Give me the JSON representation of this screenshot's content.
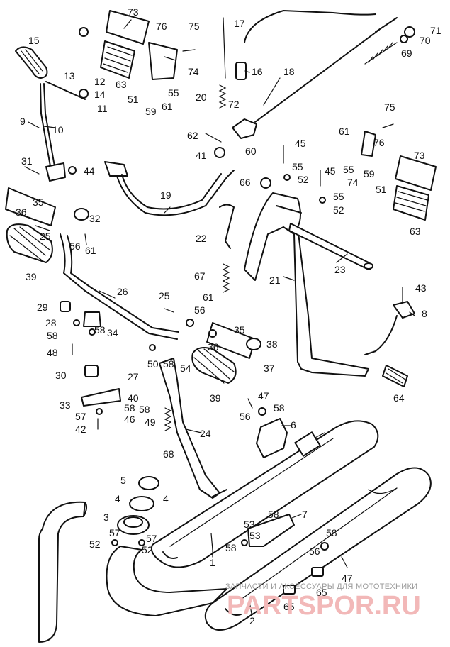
{
  "diagram": {
    "callouts": [
      {
        "id": "c73a",
        "text": "73"
      },
      {
        "id": "c76a",
        "text": "76"
      },
      {
        "id": "c75a",
        "text": "75"
      },
      {
        "id": "c17",
        "text": "17"
      },
      {
        "id": "c71",
        "text": "71"
      },
      {
        "id": "c70",
        "text": "70"
      },
      {
        "id": "c69",
        "text": "69"
      },
      {
        "id": "c15",
        "text": "15"
      },
      {
        "id": "c13",
        "text": "13"
      },
      {
        "id": "c12",
        "text": "12"
      },
      {
        "id": "c14",
        "text": "14"
      },
      {
        "id": "c11",
        "text": "11"
      },
      {
        "id": "c63a",
        "text": "63"
      },
      {
        "id": "c74a",
        "text": "74"
      },
      {
        "id": "c55a",
        "text": "55"
      },
      {
        "id": "c51a",
        "text": "51"
      },
      {
        "id": "c59a",
        "text": "59"
      },
      {
        "id": "c61a",
        "text": "61"
      },
      {
        "id": "c16",
        "text": "16"
      },
      {
        "id": "c18",
        "text": "18"
      },
      {
        "id": "c20",
        "text": "20"
      },
      {
        "id": "c72",
        "text": "72"
      },
      {
        "id": "c9",
        "text": "9"
      },
      {
        "id": "c10",
        "text": "10"
      },
      {
        "id": "c75b",
        "text": "75"
      },
      {
        "id": "c62",
        "text": "62"
      },
      {
        "id": "c60",
        "text": "60"
      },
      {
        "id": "c45a",
        "text": "45"
      },
      {
        "id": "c61b",
        "text": "61"
      },
      {
        "id": "c76b",
        "text": "76"
      },
      {
        "id": "c41",
        "text": "41"
      },
      {
        "id": "c73b",
        "text": "73"
      },
      {
        "id": "c31",
        "text": "31"
      },
      {
        "id": "c44",
        "text": "44"
      },
      {
        "id": "c55b",
        "text": "55"
      },
      {
        "id": "c45b",
        "text": "45"
      },
      {
        "id": "c55c",
        "text": "55"
      },
      {
        "id": "c74b",
        "text": "74"
      },
      {
        "id": "c59b",
        "text": "59"
      },
      {
        "id": "c66",
        "text": "66"
      },
      {
        "id": "c52a",
        "text": "52"
      },
      {
        "id": "c51b",
        "text": "51"
      },
      {
        "id": "c19",
        "text": "19"
      },
      {
        "id": "c35a",
        "text": "35"
      },
      {
        "id": "c55d",
        "text": "55"
      },
      {
        "id": "c52b",
        "text": "52"
      },
      {
        "id": "c36a",
        "text": "36"
      },
      {
        "id": "c32",
        "text": "32"
      },
      {
        "id": "c63b",
        "text": "63"
      },
      {
        "id": "c25a",
        "text": "25"
      },
      {
        "id": "c56a",
        "text": "56"
      },
      {
        "id": "c61c",
        "text": "61"
      },
      {
        "id": "c22",
        "text": "22"
      },
      {
        "id": "c23",
        "text": "23"
      },
      {
        "id": "c39a",
        "text": "39"
      },
      {
        "id": "c67",
        "text": "67"
      },
      {
        "id": "c21",
        "text": "21"
      },
      {
        "id": "c43",
        "text": "43"
      },
      {
        "id": "c26",
        "text": "26"
      },
      {
        "id": "c25b",
        "text": "25"
      },
      {
        "id": "c61d",
        "text": "61"
      },
      {
        "id": "c29",
        "text": "29"
      },
      {
        "id": "c56b",
        "text": "56"
      },
      {
        "id": "c8",
        "text": "8"
      },
      {
        "id": "c28",
        "text": "28"
      },
      {
        "id": "c58a",
        "text": "58"
      },
      {
        "id": "c34",
        "text": "34"
      },
      {
        "id": "c58b",
        "text": "58"
      },
      {
        "id": "c35b",
        "text": "35"
      },
      {
        "id": "c38",
        "text": "38"
      },
      {
        "id": "c48",
        "text": "48"
      },
      {
        "id": "c36b",
        "text": "36"
      },
      {
        "id": "c50",
        "text": "50"
      },
      {
        "id": "c58c",
        "text": "58"
      },
      {
        "id": "c54",
        "text": "54"
      },
      {
        "id": "c37",
        "text": "37"
      },
      {
        "id": "c30",
        "text": "30"
      },
      {
        "id": "c27",
        "text": "27"
      },
      {
        "id": "c40",
        "text": "40"
      },
      {
        "id": "c39b",
        "text": "39"
      },
      {
        "id": "c64",
        "text": "64"
      },
      {
        "id": "c33",
        "text": "33"
      },
      {
        "id": "c58d",
        "text": "58"
      },
      {
        "id": "c58e",
        "text": "58"
      },
      {
        "id": "c47a",
        "text": "47"
      },
      {
        "id": "c57a",
        "text": "57"
      },
      {
        "id": "c46",
        "text": "46"
      },
      {
        "id": "c49",
        "text": "49"
      },
      {
        "id": "c56c",
        "text": "56"
      },
      {
        "id": "c58f",
        "text": "58"
      },
      {
        "id": "c42",
        "text": "42"
      },
      {
        "id": "c24",
        "text": "24"
      },
      {
        "id": "c6",
        "text": "6"
      },
      {
        "id": "c68",
        "text": "68"
      },
      {
        "id": "c5",
        "text": "5"
      },
      {
        "id": "c4a",
        "text": "4"
      },
      {
        "id": "c4b",
        "text": "4"
      },
      {
        "id": "c3",
        "text": "3"
      },
      {
        "id": "c58g",
        "text": "58"
      },
      {
        "id": "c7",
        "text": "7"
      },
      {
        "id": "c53a",
        "text": "53"
      },
      {
        "id": "c57b",
        "text": "57"
      },
      {
        "id": "c57c",
        "text": "57"
      },
      {
        "id": "c53b",
        "text": "53"
      },
      {
        "id": "c58h",
        "text": "58"
      },
      {
        "id": "c52c",
        "text": "52"
      },
      {
        "id": "c52d",
        "text": "52"
      },
      {
        "id": "c58i",
        "text": "58"
      },
      {
        "id": "c56d",
        "text": "56"
      },
      {
        "id": "c1",
        "text": "1"
      },
      {
        "id": "c47b",
        "text": "47"
      },
      {
        "id": "c65a",
        "text": "65"
      },
      {
        "id": "c65b",
        "text": "65"
      },
      {
        "id": "c2",
        "text": "2"
      }
    ]
  },
  "watermark": {
    "subtitle": "ЗАПЧАСТИ И АКСЕССУАРЫ ДЛЯ МОТОТЕХНИКИ",
    "logo_text": "PARTSPOR.RU"
  }
}
